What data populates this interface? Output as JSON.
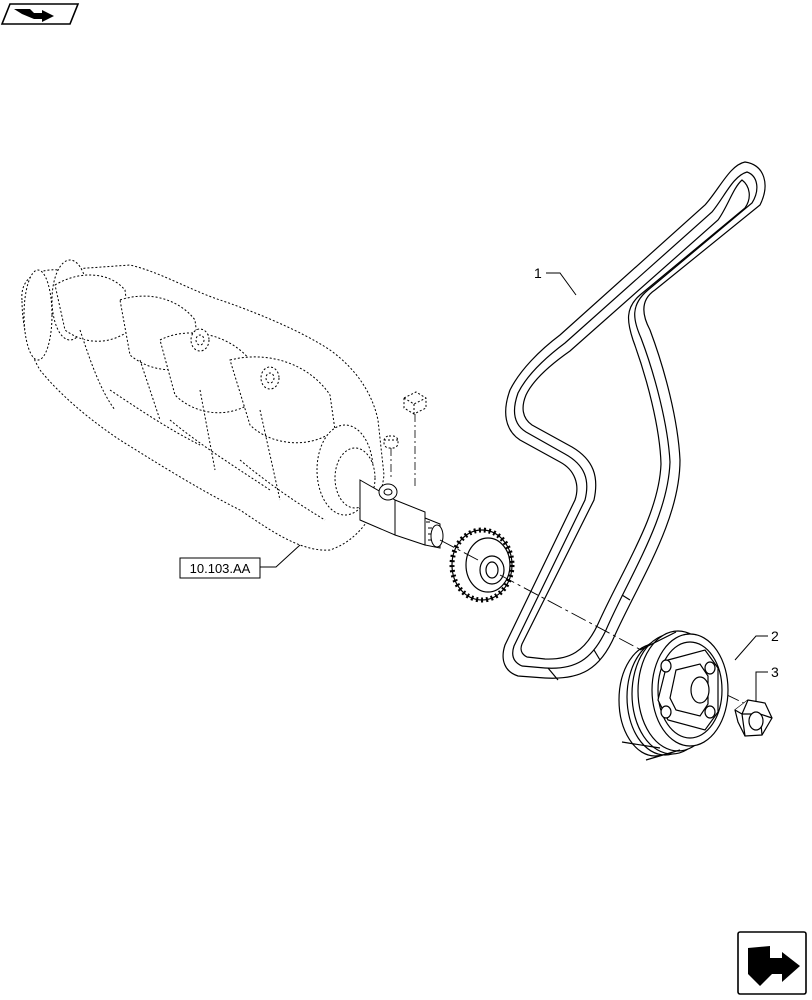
{
  "callouts": {
    "belt": "1",
    "pulley": "2",
    "nut": "3"
  },
  "reference": {
    "label": "10.103.AA"
  },
  "icons": {
    "top_left": "back-arrow-icon",
    "bottom_right": "next-arrow-icon"
  }
}
